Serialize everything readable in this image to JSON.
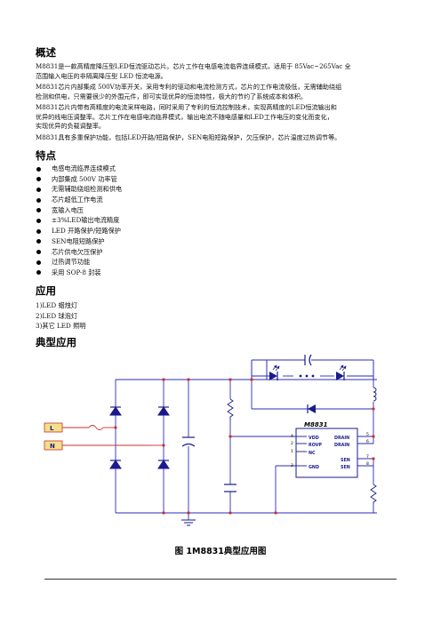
{
  "overview": {
    "heading": "概述",
    "p1_line1": "M8831是一款高精度降压型LED恒流驱动芯片。芯片工作在电感电流临界连续模式，适用于 85Vac~265Vac 全",
    "p1_line2": "范围输入电压的非隔离降压型 LED 恒流电源。",
    "p2_line1": "M8831芯片内部集成 500V功率开关，采用专利的驱动和电流检测方式，芯片的工作电流极低，无需辅助绕组",
    "p2_line2": "检测和供电，只需要很少的外围元件，即可实现优异的恒流特性，极大的节约了系统成本和体积。",
    "p3_line1": "M8831芯片内带有高精度的电流采样电路，同时采用了专利的恒流控制技术，实现高精度的LED恒流输出和",
    "p3_line2": "优异的线电压调整率。芯片工作在电感电流临界模式，输出电流不随电感量和LED工作电压的变化而变化，",
    "p3_line3": "实现优异的负载调整率。",
    "p4_line1": "M8831具有多重保护功能，包括LED开路/短路保护，SEN电阻短路保护，欠压保护，芯片温度过热调节等。"
  },
  "features": {
    "heading": "特点",
    "items": [
      "电感电流临界连续模式",
      "内部集成 500V 功率管",
      "无需辅助绕组检测和供电",
      "芯片超低工作电流",
      "宽输入电压",
      "±3%LED输出电流精度",
      "LED 开路保护/短路保护",
      "SEN电阻短路保护",
      "芯片供电欠压保护",
      "过热调节功能",
      "采用 SOP-8 封装"
    ]
  },
  "applications": {
    "heading": "应用",
    "items": [
      "1)LED 蜡烛灯",
      "2)LED 球泡灯",
      "3)其它 LED 照明"
    ]
  },
  "typical": {
    "heading": "典型应用",
    "caption": "图 1M8831典型应用图"
  },
  "circuit": {
    "input_l": "L",
    "input_n": "N",
    "chip_name": "M8831",
    "pins_left": [
      {
        "num": "4",
        "name": "VDD"
      },
      {
        "num": "2",
        "name": "ROVP"
      },
      {
        "num": "1",
        "name": "NC"
      },
      {
        "num": "3",
        "name": "GND"
      }
    ],
    "pins_right": [
      {
        "num": "5",
        "name": "DRAIN"
      },
      {
        "num": "6",
        "name": "DRAIN"
      },
      {
        "num": "7",
        "name": "SEN"
      },
      {
        "num": "8",
        "name": "SEN"
      }
    ],
    "colors": {
      "wire": "#2b2bb8",
      "component": "#1a1a8c",
      "chip_border": "#1a1a8c",
      "input_fill": "#f5e08a",
      "input_border": "#c9302c",
      "input_wire": "#c9302c",
      "dot": "#c9302c"
    }
  }
}
